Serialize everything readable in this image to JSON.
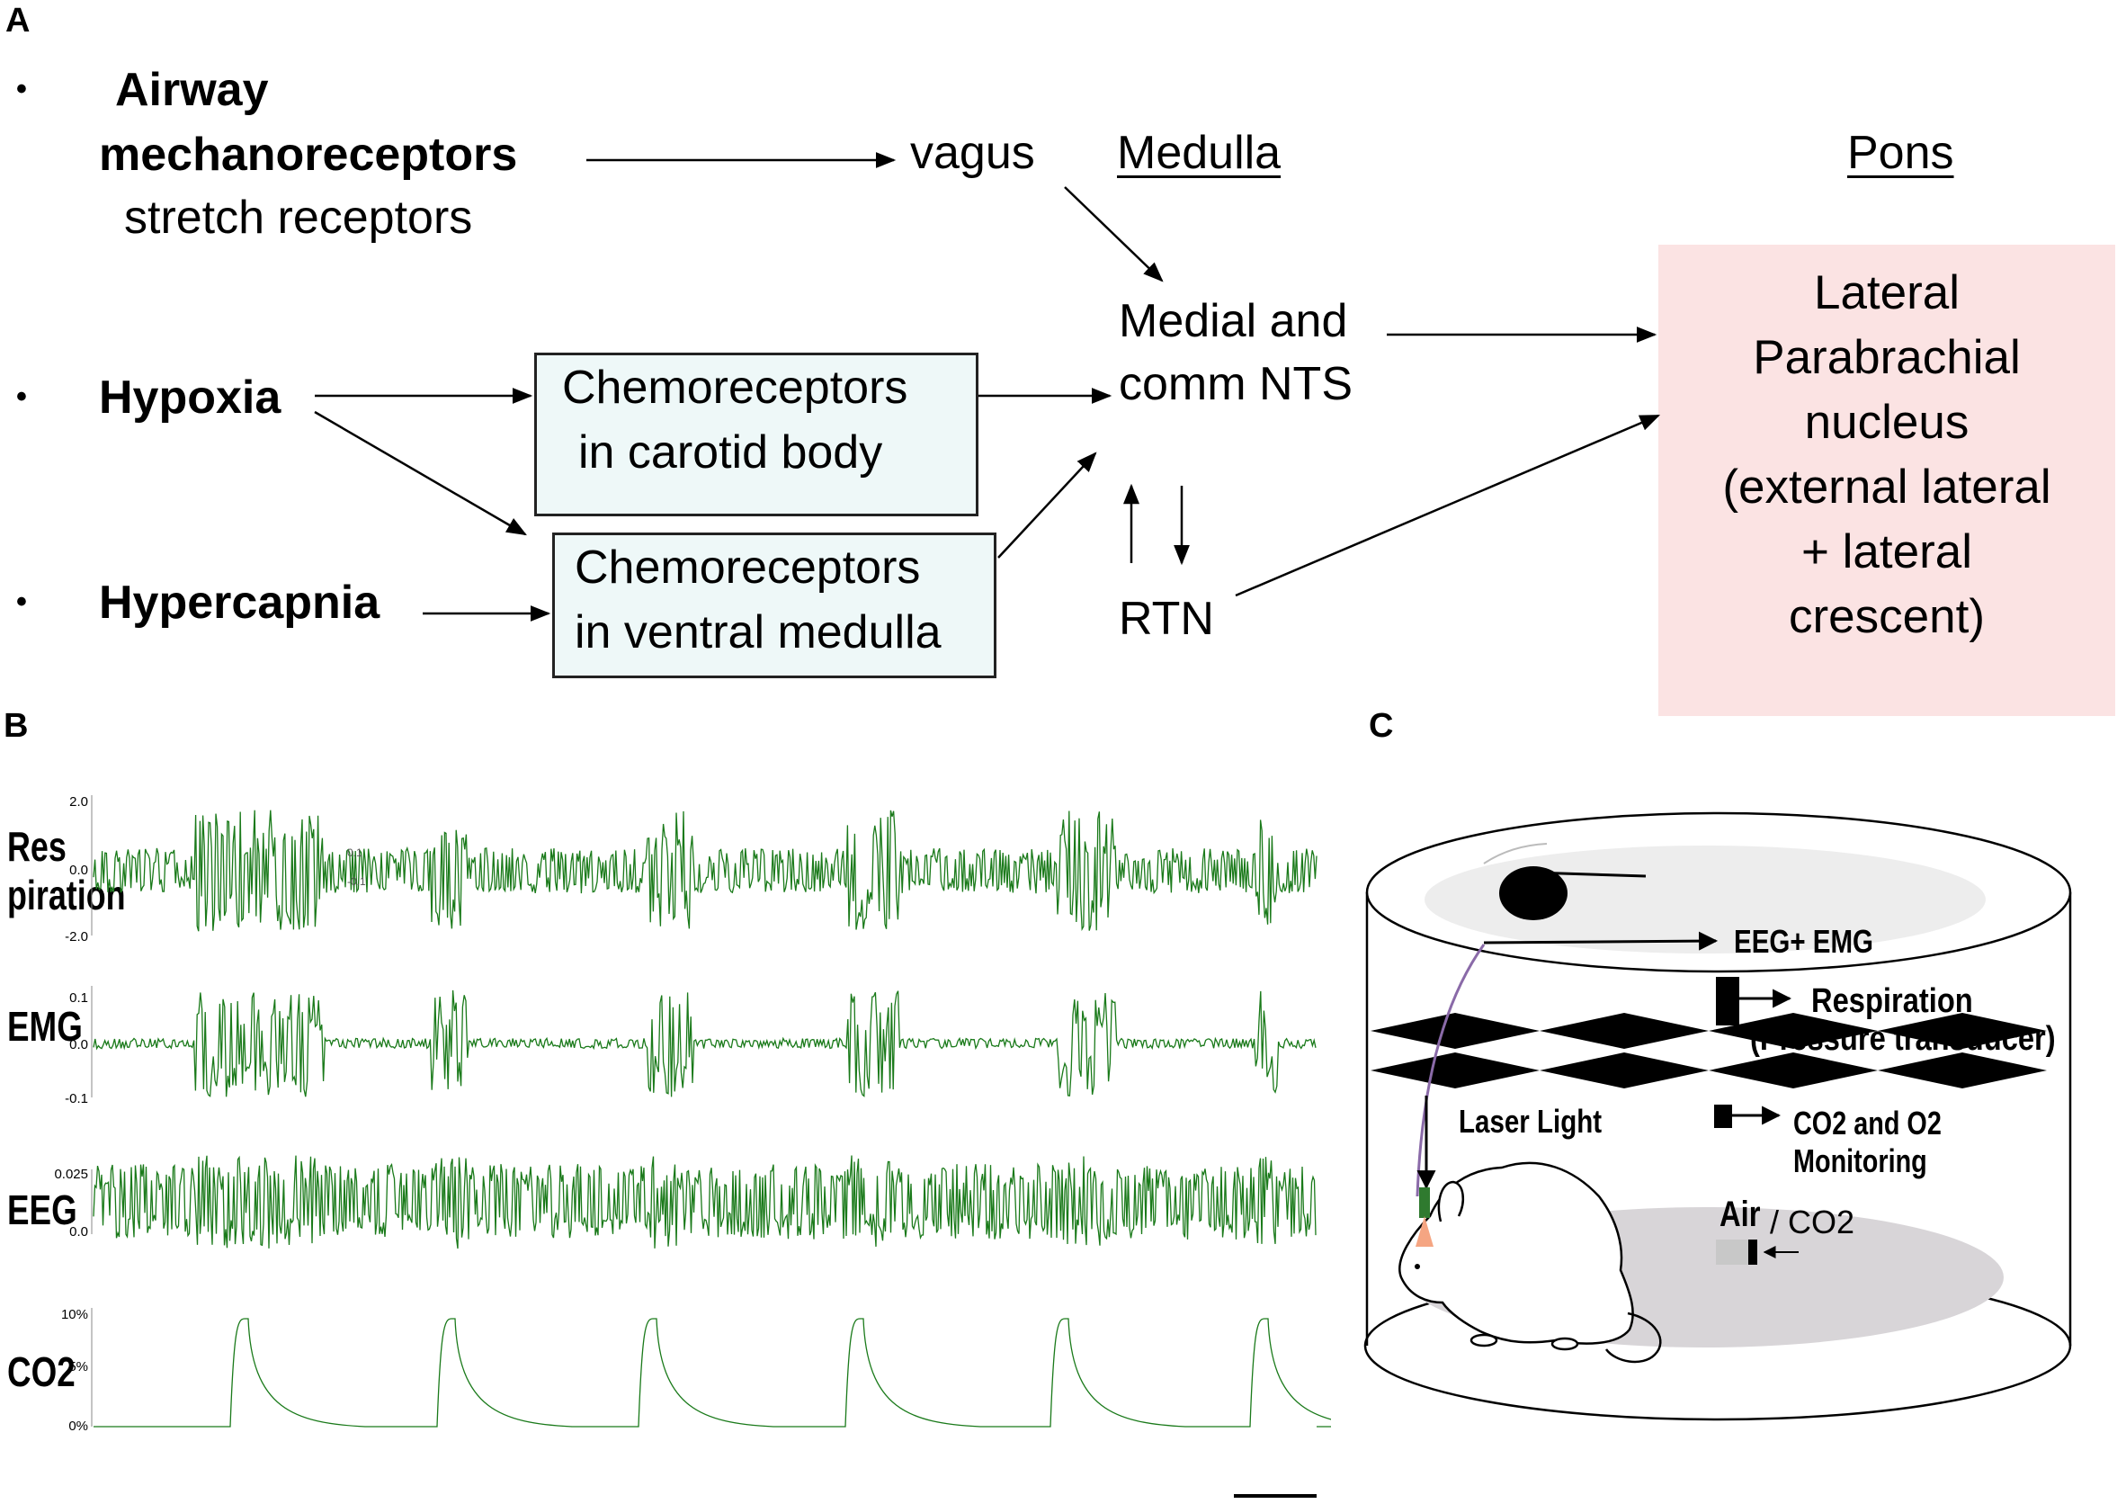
{
  "panel_a": {
    "letter": "A",
    "inputs": [
      {
        "bullet": "•",
        "line1": "Airway",
        "line2": "mechanoreceptors",
        "line3": "stretch receptors"
      },
      {
        "bullet": "•",
        "label": "Hypoxia"
      },
      {
        "bullet": "•",
        "label": "Hypercapnia"
      }
    ],
    "vagus": "vagus",
    "medulla_heading": "Medulla",
    "pons_heading": "Pons",
    "box_carotid": [
      "Chemoreceptors",
      "in carotid body"
    ],
    "box_ventral": [
      "Chemoreceptors",
      "in ventral medulla"
    ],
    "nts": [
      "Medial and",
      "comm NTS"
    ],
    "rtn": "RTN",
    "pons_box": [
      "Lateral",
      "Parabrachial",
      "nucleus",
      "(external lateral",
      "+ lateral",
      "crescent)"
    ],
    "colors": {
      "pons_fill": "#fbe3e3",
      "chemo_fill": "#eef8f8"
    }
  },
  "panel_b": {
    "letter": "B",
    "trace_color": "#1a7a1a",
    "traces": [
      {
        "label_lines": [
          "Res",
          "piration"
        ],
        "ticks": [
          "2.0",
          "0.0",
          "-2.0"
        ],
        "markers": [
          "0.1",
          "-0.1"
        ]
      },
      {
        "label_lines": [
          "EMG"
        ],
        "ticks": [
          "0.1",
          "0.0",
          "-0.1"
        ]
      },
      {
        "label_lines": [
          "EEG"
        ],
        "ticks": [
          "0.025",
          "0.0"
        ]
      },
      {
        "label_lines": [
          "CO2"
        ],
        "ticks": [
          "10%",
          "5%",
          "0%"
        ]
      }
    ]
  },
  "panel_c": {
    "letter": "C",
    "labels": {
      "eeg_emg": "EEG+ EMG",
      "respiration": "Respiration",
      "pressure": "(Pressure transducer)",
      "co2_o2": "CO2 and O2 Monitoring",
      "laser": "Laser Light",
      "air": "Air",
      "co2": "/ CO2"
    }
  }
}
